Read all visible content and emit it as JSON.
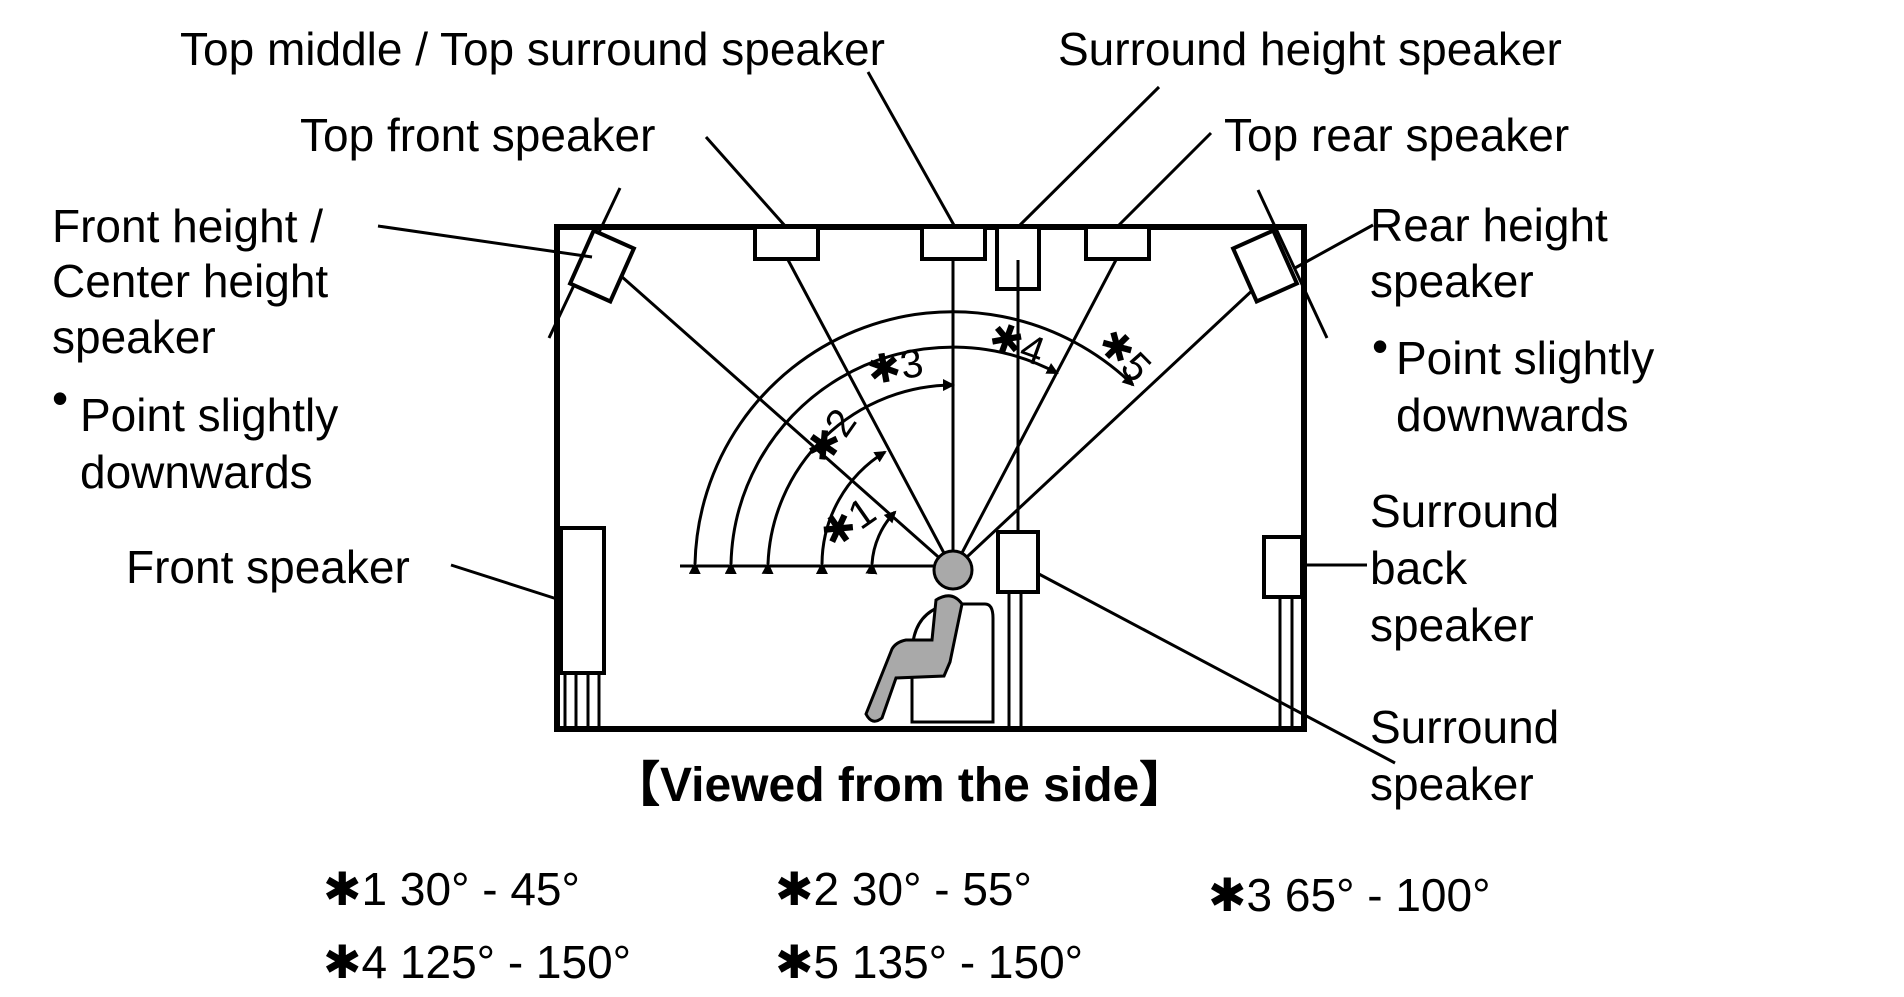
{
  "labels": {
    "top_middle": "Top middle / Top surround speaker",
    "surround_height": "Surround height speaker",
    "top_front": "Top front speaker",
    "top_rear": "Top rear speaker",
    "front_height_line1": "Front height /",
    "front_height_line2": "Center height",
    "front_height_line3": "speaker",
    "front_height_note_line1": "Point slightly",
    "front_height_note_line2": "downwards",
    "rear_height_line1": "Rear height",
    "rear_height_line2": "speaker",
    "rear_height_note_line1": "Point slightly",
    "rear_height_note_line2": "downwards",
    "front": "Front speaker",
    "surround_back_line1": "Surround",
    "surround_back_line2": "back",
    "surround_back_line3": "speaker",
    "surround_line1": "Surround",
    "surround_line2": "speaker"
  },
  "caption": "【Viewed from the side】",
  "angle_marks": [
    "✱1",
    "✱2",
    "✱3",
    "✱4",
    "✱5"
  ],
  "footnotes": {
    "n1": "✱1 30° - 45°",
    "n2": "✱2 30° - 55°",
    "n3": "✱3 65° - 100°",
    "n4": "✱4 125° - 150°",
    "n5": "✱5 135° - 150°"
  },
  "colors": {
    "line": "#000000",
    "person": "#a9a9a9",
    "background": "#ffffff"
  }
}
